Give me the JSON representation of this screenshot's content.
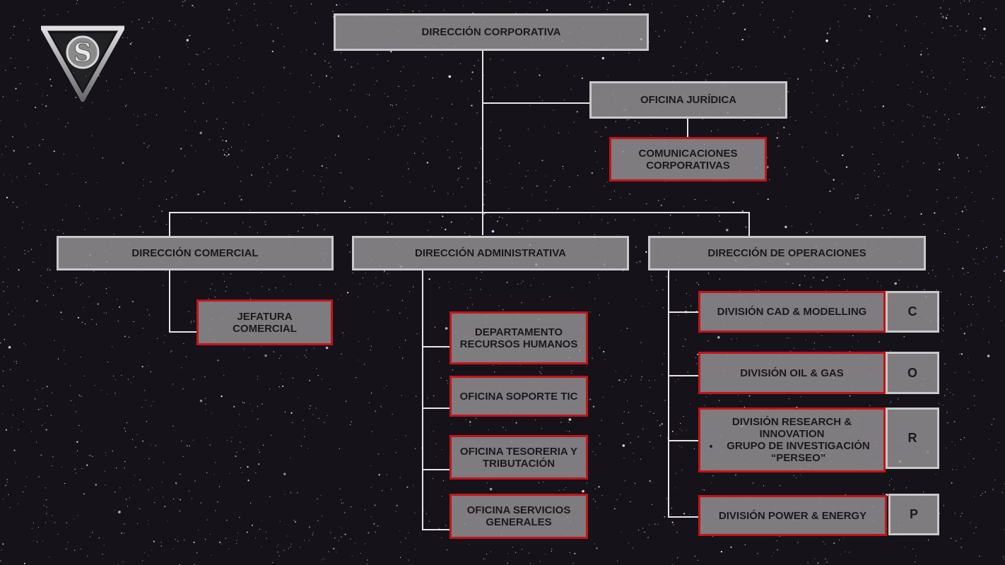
{
  "logo": {
    "letter": "S"
  },
  "top": {
    "direccion_corporativa": "DIRECCIÓN CORPORATIVA"
  },
  "staff": {
    "oficina_juridica": "OFICINA JURÍDICA",
    "comunicaciones": "COMUNICACIONES CORPORATIVAS"
  },
  "comercial": {
    "title": "DIRECCIÓN COMERCIAL",
    "jefatura": "JEFATURA COMERCIAL"
  },
  "administrativa": {
    "title": "DIRECCIÓN ADMINISTRATIVA",
    "units": [
      "DEPARTAMENTO RECURSOS HUMANOS",
      "OFICINA SOPORTE TIC",
      "OFICINA TESORERIA Y TRIBUTACIÓN",
      "OFICINA SERVICIOS GENERALES"
    ]
  },
  "operaciones": {
    "title": "DIRECCIÓN DE OPERACIONES",
    "divisions": [
      {
        "name": "DIVISIÓN CAD & MODELLING",
        "letter": "C"
      },
      {
        "name": "DIVISIÓN OIL & GAS",
        "letter": "O"
      },
      {
        "name": "DIVISIÓN RESEARCH & INNOVATION",
        "sub": "GRUPO DE INVESTIGACIÓN “PERSEO”",
        "letter": "R"
      },
      {
        "name": "DIVISIÓN POWER & ENERGY",
        "letter": "P"
      }
    ]
  },
  "colors": {
    "red_border": "#c4141a",
    "gray_border": "#c9c9c9",
    "box_fill": "#969496",
    "connector": "#e6e6e6"
  }
}
